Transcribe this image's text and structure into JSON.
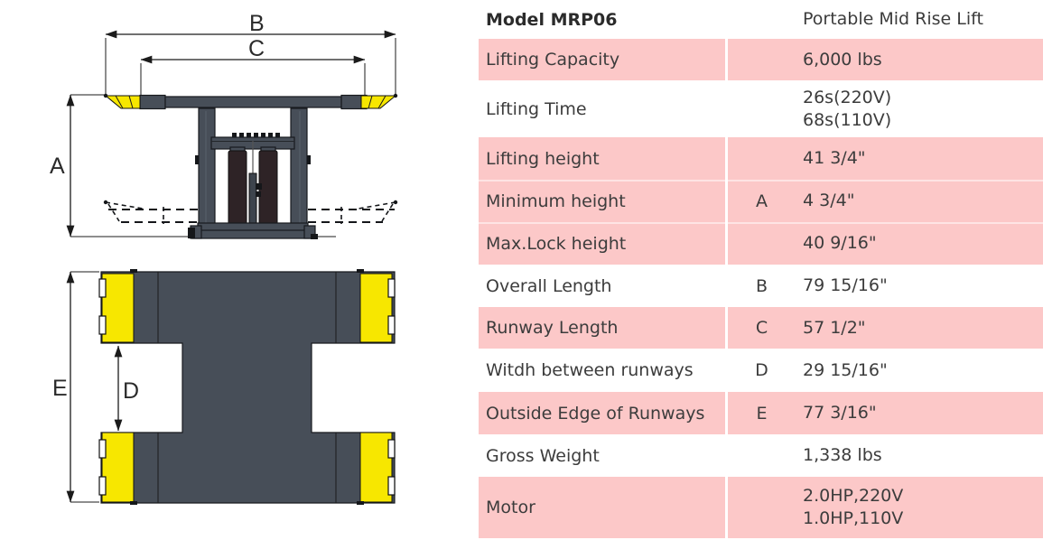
{
  "colors": {
    "pink_row": "#FCC8C8",
    "body_gray": "#474E58",
    "ramp_yellow": "#F7E700",
    "cylinder": "#2E2326",
    "outline": "#181A1E",
    "table_text": "#3C3C3C",
    "header_text": "#2B2B2B",
    "dim_text": "#2B2B2B",
    "dim_line": "#1B1B1B"
  },
  "diagram": {
    "labels": {
      "A": "A",
      "B": "B",
      "C": "C",
      "D": "D",
      "E": "E"
    }
  },
  "table": {
    "header": {
      "model": "Model MRP06",
      "product": "Portable Mid Rise Lift"
    },
    "rows": [
      {
        "label": "Lifting Capacity",
        "letter": "",
        "value": "6,000 lbs"
      },
      {
        "label": "Lifting Time",
        "letter": "",
        "value": "26s(220V)\n68s(110V)"
      },
      {
        "label": "Lifting height",
        "letter": "",
        "value": "41 3/4\""
      },
      {
        "label": "Minimum height",
        "letter": "A",
        "value": "4  3/4\""
      },
      {
        "label": "Max.Lock height",
        "letter": "",
        "value": "40 9/16\""
      },
      {
        "label": "Overall Length",
        "letter": "B",
        "value": "79 15/16\""
      },
      {
        "label": "Runway Length",
        "letter": "C",
        "value": "57 1/2\""
      },
      {
        "label": "Witdh between runways",
        "letter": "D",
        "value": "29 15/16\""
      },
      {
        "label": "Outside Edge of Runways",
        "letter": "E",
        "value": "77 3/16\""
      },
      {
        "label": "Gross Weight",
        "letter": "",
        "value": "1,338 lbs"
      },
      {
        "label": "Motor",
        "letter": "",
        "value": "2.0HP,220V\n1.0HP,110V"
      }
    ]
  }
}
